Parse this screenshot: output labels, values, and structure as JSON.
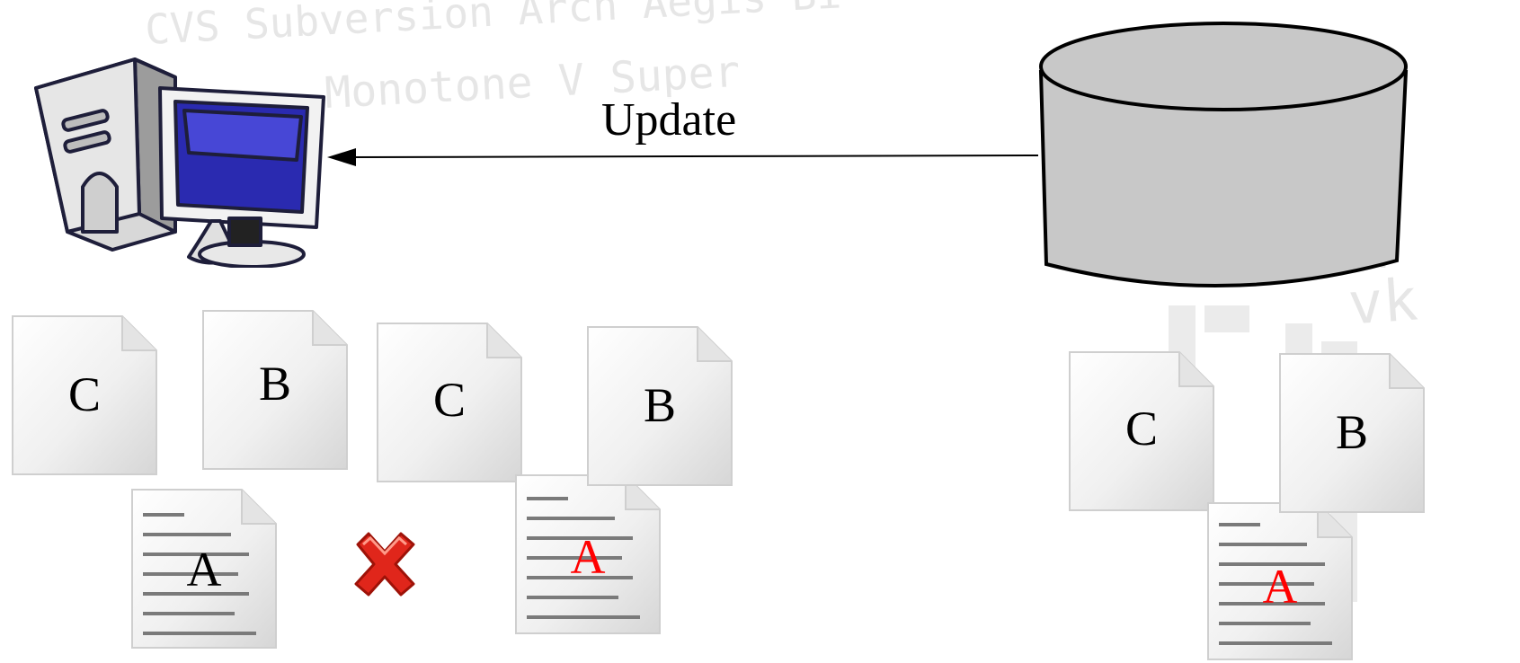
{
  "background_text": {
    "line1": "CVS Subversion Arch Aegis Bi",
    "line2": "Monotone V   Super",
    "line3": "er",
    "line4": "on",
    "line5": "vk"
  },
  "arrow": {
    "label": "Update"
  },
  "workspace_docs": [
    {
      "label": "C",
      "kind": "blank"
    },
    {
      "label": "B",
      "kind": "blank"
    },
    {
      "label": "A",
      "kind": "lined"
    }
  ],
  "updated_docs": [
    {
      "label": "C",
      "kind": "blank"
    },
    {
      "label": "B",
      "kind": "blank"
    },
    {
      "label": "A",
      "kind": "lined"
    }
  ],
  "repository_docs": [
    {
      "label": "C",
      "kind": "blank"
    },
    {
      "label": "B",
      "kind": "blank"
    },
    {
      "label": "A",
      "kind": "lined"
    }
  ],
  "colors": {
    "changed_label": "#ff0000",
    "repository_fill": "#c8c8c8",
    "monitor_screen": "#2a2ab0",
    "conflict_mark": "#e0261b"
  },
  "icons": {
    "computer": "desktop-computer-icon",
    "repository": "database-cylinder-icon",
    "conflict": "red-x-icon"
  }
}
